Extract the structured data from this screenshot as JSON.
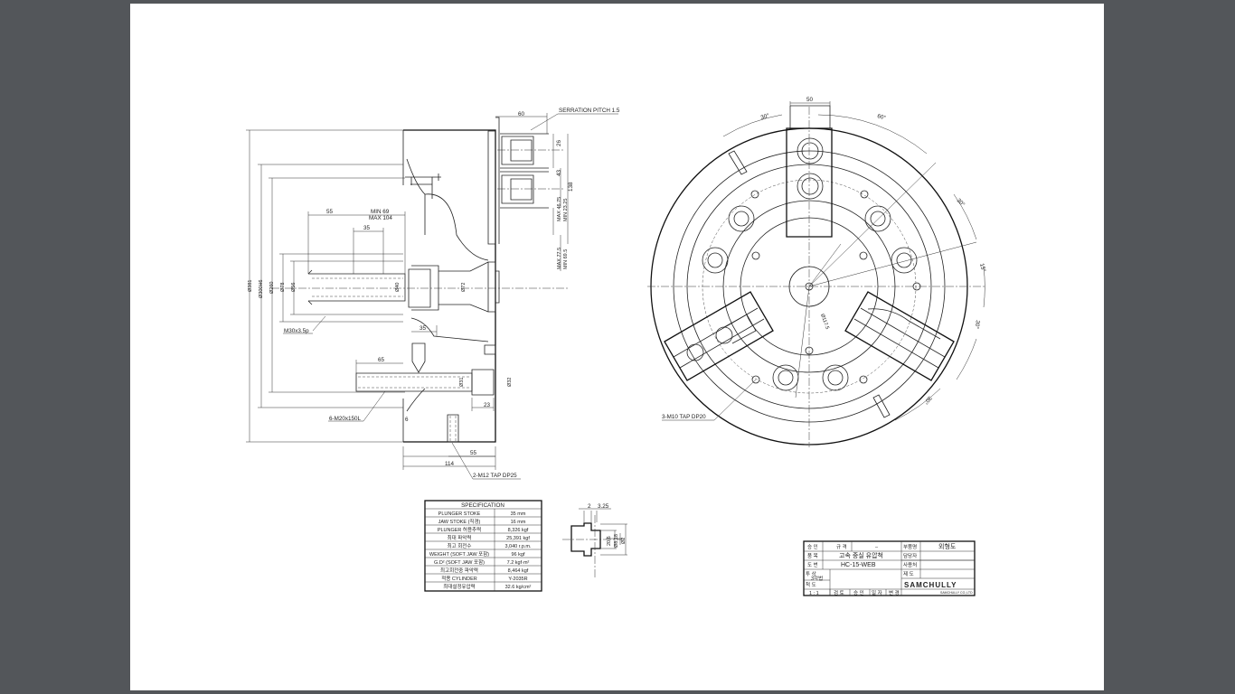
{
  "side_view": {
    "serration_label": "SERRATION PITCH 1.5",
    "dims_top": [
      "60"
    ],
    "dims_right": [
      "26",
      "43",
      "138",
      "MAX 46.75",
      "MIN 23.25",
      "MAX 77.5",
      "MIN 69.5"
    ],
    "dims_left": [
      "Ø381",
      "Ø300H6",
      "Ø260",
      "Ø78",
      "Ø56"
    ],
    "dims_inner": [
      "55",
      "35",
      "MIN 69",
      "MAX 104",
      "Ø40",
      "Ø72",
      "35",
      "65",
      "Ø31",
      "Ø32",
      "23",
      "6",
      "55",
      "114"
    ],
    "callouts": [
      "M30x3.5p",
      "6-M20x150L",
      "2-M12 TAP DP25"
    ]
  },
  "front_view": {
    "dims": [
      "50",
      "30°",
      "60°",
      "30°",
      "15°",
      "30°",
      "30°",
      "Ø117.5"
    ],
    "callout": "3-M10 TAP DP20"
  },
  "spec_table": {
    "title": "SPECIFICATION",
    "rows": [
      [
        "PLUNGER STOKE",
        "35  mm"
      ],
      [
        "JAW STOKE (직경)",
        "16  mm"
      ],
      [
        "PLUNGER 허용추력",
        "8,326 kgf"
      ],
      [
        "최대 파악력",
        "25,391 kgf"
      ],
      [
        "최고 회전수",
        "3,040 r.p.m."
      ],
      [
        "WEIGHT (SOFT JAW 포함)",
        "96 kgf"
      ],
      [
        "G.D² (SOFT JAW 포함)",
        "7.2 kgf·m²"
      ],
      [
        "최고회전중 파악력",
        "8,464 kgf"
      ],
      [
        "적용 CYLINDER",
        "Y-2035R"
      ],
      [
        "최대설정유압력",
        "32.6 kg/cm²"
      ]
    ]
  },
  "jaw_detail": {
    "dims": [
      "2",
      "3.25",
      "20.6",
      "Ø8.18",
      "Ø2"
    ]
  },
  "title_block": {
    "r1": [
      "승 인",
      "규 격",
      "–",
      "부품명",
      "외형도"
    ],
    "r2": [
      "품 목",
      "고속 중실 유압척"
    ],
    "r3": [
      "도 번",
      "HC-15-WEB"
    ],
    "labels_right": [
      "담당자",
      "사용처",
      "제 도"
    ],
    "r4": [
      "투 상",
      "3각법"
    ],
    "r5": [
      "척 도",
      "1 : 1"
    ],
    "bottom": [
      "검 토",
      "승 인",
      "일 자",
      "변 경"
    ],
    "company": "SAMCHULLY",
    "company_sub": "SAMCHULLY CO.,LTD"
  }
}
